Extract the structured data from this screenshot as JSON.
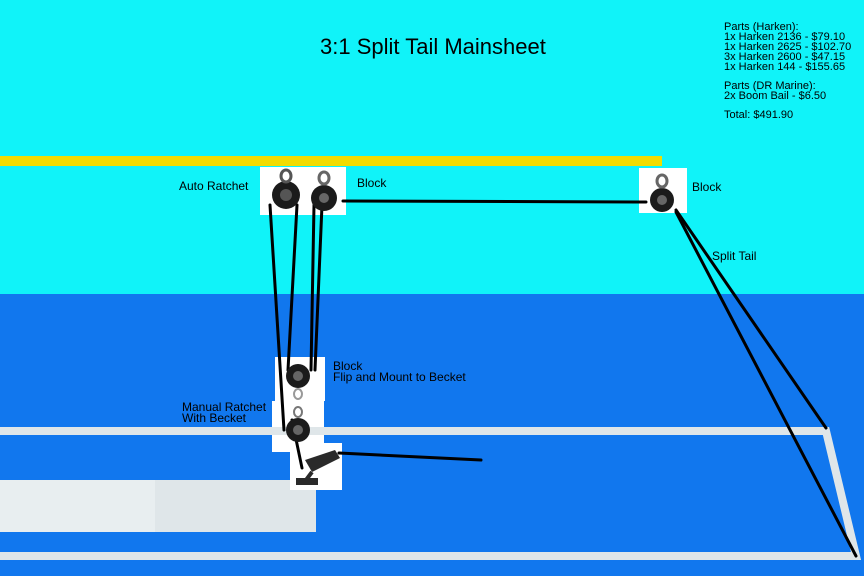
{
  "title": "3:1 Split Tail Mainsheet",
  "labels": {
    "auto_ratchet": "Auto Ratchet",
    "block_top_center": "Block",
    "block_top_right": "Block",
    "split_tail": "Split Tail",
    "block_lower_line1": "Block",
    "block_lower_line2": "Flip and Mount to Becket",
    "manual_ratchet_line1": "Manual Ratchet",
    "manual_ratchet_line2": "With Becket"
  },
  "parts_harken": {
    "heading": "Parts (Harken):",
    "items": [
      "1x Harken 2136 - $79.10",
      "1x Harken 2625 - $102.70",
      "3x Harken 2600 - $47.15",
      "1x Harken 144 - $155.65"
    ]
  },
  "parts_dr_marine": {
    "heading": "Parts (DR Marine):",
    "items": [
      "2x Boom Bail - $6.50"
    ]
  },
  "total": "Total:  $491.90",
  "colors": {
    "sky": "#10f3f9",
    "water": "#1177ee",
    "boom": "#f2dc00",
    "line": "#000000",
    "deck": "#dfe6e9"
  }
}
